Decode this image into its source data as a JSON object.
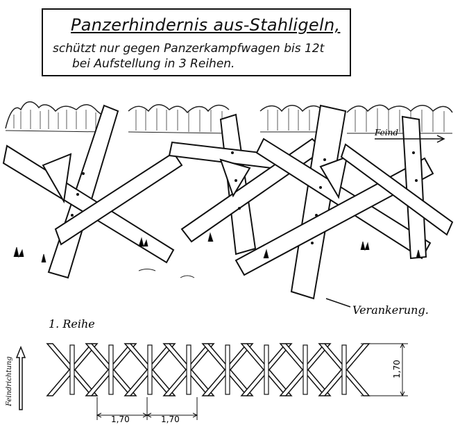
{
  "title": {
    "main": "Panzerhindernis aus-Stahligeln,",
    "line1": "schützt nur gegen Panzerkampfwagen bis 12t",
    "line2": "bei Aufstellung in 3 Reihen."
  },
  "illustration": {
    "arrow_label": "Feind",
    "anchor_label": "Verankerung."
  },
  "plan": {
    "row_label": "1. Reihe",
    "direction_label": "Feindrichtung",
    "height_dim": "1,70",
    "spacing_dim_1": "1,70",
    "spacing_dim_2": "1,70",
    "hedgehog_count": 8
  }
}
